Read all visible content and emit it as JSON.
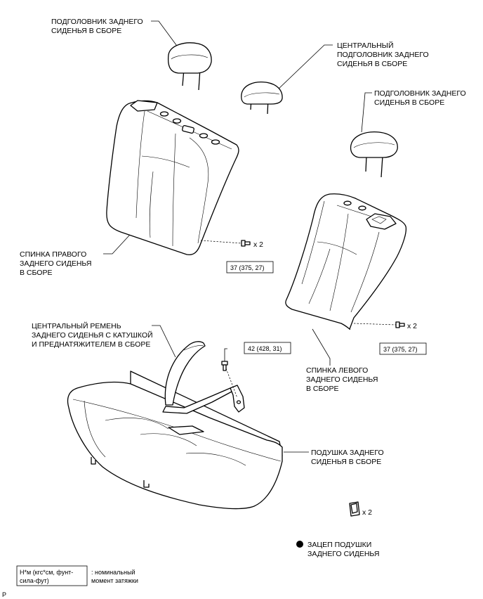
{
  "labels": {
    "headrest_right": [
      "ПОДГОЛОВНИК ЗАДНЕГО",
      "СИДЕНЬЯ В СБОРЕ"
    ],
    "headrest_center": [
      "ЦЕНТРАЛЬНЫЙ",
      "ПОДГОЛОВНИК ЗАДНЕГО",
      "СИДЕНЬЯ В СБОРЕ"
    ],
    "headrest_left": [
      "ПОДГОЛОВНИК ЗАДНЕГО",
      "СИДЕНЬЯ В СБОРЕ"
    ],
    "seatback_right": [
      "СПИНКА ПРАВОГО",
      "ЗАДНЕГО СИДЕНЬЯ",
      "В СБОРЕ"
    ],
    "seatback_left": [
      "СПИНКА ЛЕВОГО",
      "ЗАДНЕГО СИДЕНЬЯ",
      "В СБОРЕ"
    ],
    "center_belt": [
      "ЦЕНТРАЛЬНЫЙ РЕМЕНЬ",
      "ЗАДНЕГО СИДЕНЬЯ С КАТУШКОЙ",
      "И ПРЕДНАТЯЖИТЕЛЕМ В СБОРЕ"
    ],
    "seat_cushion": [
      "ПОДУШКА ЗАДНЕГО",
      "СИДЕНЬЯ В СБОРЕ"
    ],
    "cushion_hook": [
      "ЗАЦЕП ПОДУШКИ",
      "ЗАДНЕГО СИДЕНЬЯ"
    ]
  },
  "torque": {
    "right_bolt": "37 (375, 27)",
    "left_bolt": "37 (375, 27)",
    "belt_bolt": "42 (428, 31)"
  },
  "quantities": {
    "right_bolt": "x 2",
    "left_bolt": "x 2",
    "hook": "x 2"
  },
  "legend": {
    "box_text": [
      "Н*м (кгс*см, фунт-",
      "сила-фут)"
    ],
    "description": [
      ": номинальный",
      "момент затяжки"
    ]
  },
  "corner_mark": "P"
}
